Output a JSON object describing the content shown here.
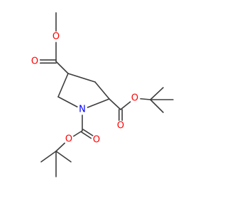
{
  "molecule": {
    "atoms": [
      {
        "id": "O_ester_top",
        "element": "O",
        "label": "O"
      },
      {
        "id": "O_carbonyl_top",
        "element": "O",
        "label": "O"
      },
      {
        "id": "O_ester_right",
        "element": "O",
        "label": "O"
      },
      {
        "id": "O_carbonyl_right",
        "element": "O",
        "label": "O"
      },
      {
        "id": "N_ring",
        "element": "N",
        "label": "N"
      },
      {
        "id": "O_ester_bottom",
        "element": "O",
        "label": "O"
      },
      {
        "id": "O_carbonyl_bottom",
        "element": "O",
        "label": "O"
      }
    ],
    "colors": {
      "bond": "#3d3d3d",
      "O": "#ff0000",
      "N": "#0000ff"
    }
  }
}
